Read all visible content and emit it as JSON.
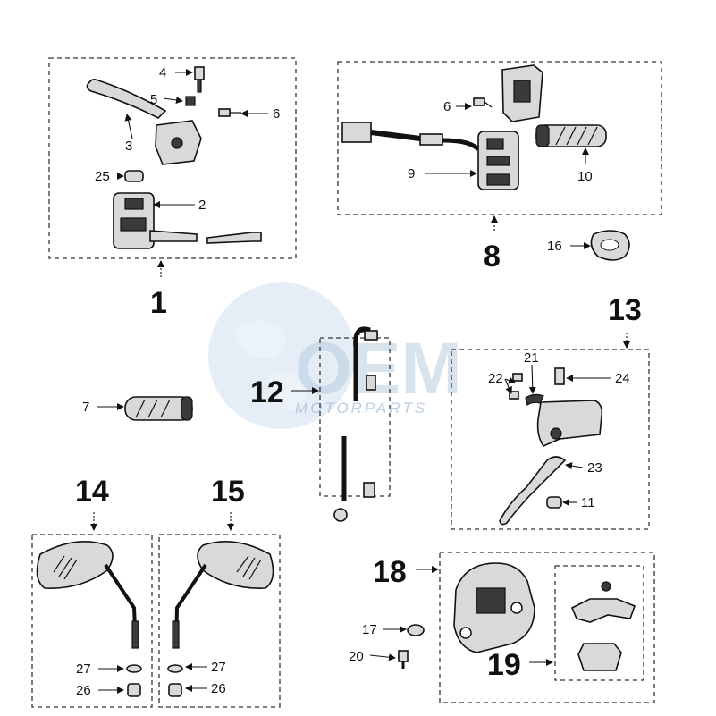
{
  "watermark": {
    "logo": "OEM",
    "tagline": "MOTORPARTS"
  },
  "groups": [
    {
      "id": "1",
      "callouts": [
        "2",
        "3",
        "4",
        "5",
        "6",
        "25"
      ]
    },
    {
      "id": "8",
      "callouts": [
        "6",
        "9",
        "10"
      ]
    },
    {
      "id": "12",
      "callouts": []
    },
    {
      "id": "13",
      "callouts": [
        "11",
        "21",
        "22",
        "23",
        "24"
      ]
    },
    {
      "id": "14",
      "callouts": [
        "26",
        "27"
      ]
    },
    {
      "id": "15",
      "callouts": [
        "26",
        "27"
      ]
    },
    {
      "id": "18",
      "callouts": [
        "17",
        "19",
        "20"
      ]
    }
  ],
  "labels": {
    "g1": "1",
    "g8": "8",
    "g12": "12",
    "g13": "13",
    "g14": "14",
    "g15": "15",
    "g18": "18",
    "g19": "19",
    "c2": "2",
    "c3": "3",
    "c4": "4",
    "c5": "5",
    "c6a": "6",
    "c25": "25",
    "c6b": "6",
    "c9": "9",
    "c10": "10",
    "c16": "16",
    "c7": "7",
    "c21": "21",
    "c22": "22",
    "c24": "24",
    "c23": "23",
    "c11": "11",
    "c17": "17",
    "c20": "20",
    "c27a": "27",
    "c26a": "26",
    "c27b": "27",
    "c26b": "26"
  }
}
